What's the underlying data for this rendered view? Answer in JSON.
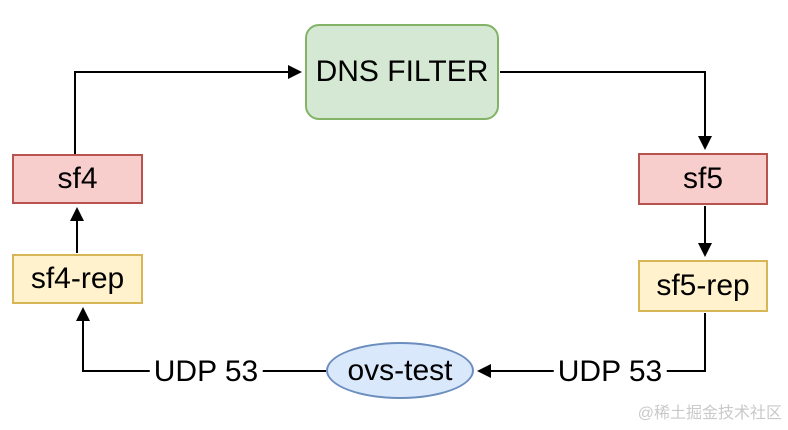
{
  "diagram": {
    "nodes": {
      "dns_filter": {
        "label": "DNS FILTER",
        "shape": "rounded-rectangle",
        "fill": "#d5e8d4",
        "stroke": "#82b366"
      },
      "sf4": {
        "label": "sf4",
        "shape": "rectangle",
        "fill": "#f8cecc",
        "stroke": "#b85450"
      },
      "sf5": {
        "label": "sf5",
        "shape": "rectangle",
        "fill": "#f8cecc",
        "stroke": "#b85450"
      },
      "sf4_rep": {
        "label": "sf4-rep",
        "shape": "rectangle",
        "fill": "#fff2cc",
        "stroke": "#d6b656"
      },
      "sf5_rep": {
        "label": "sf5-rep",
        "shape": "rectangle",
        "fill": "#fff2cc",
        "stroke": "#d6b656"
      },
      "ovs_test": {
        "label": "ovs-test",
        "shape": "ellipse",
        "fill": "#dae8fc",
        "stroke": "#6c8ebf"
      }
    },
    "edges": [
      {
        "from": "sf4",
        "to": "dns_filter",
        "label": ""
      },
      {
        "from": "dns_filter",
        "to": "sf5",
        "label": ""
      },
      {
        "from": "sf5",
        "to": "sf5_rep",
        "label": ""
      },
      {
        "from": "sf5_rep",
        "to": "ovs_test",
        "label": "UDP 53"
      },
      {
        "from": "ovs_test",
        "to": "sf4_rep",
        "label": "UDP 53"
      },
      {
        "from": "sf4_rep",
        "to": "sf4",
        "label": ""
      }
    ],
    "edge_labels": {
      "udp_left": "UDP 53",
      "udp_right": "UDP 53"
    }
  },
  "watermark": "@稀土掘金技术社区",
  "colors": {
    "green_fill": "#d5e8d4",
    "green_stroke": "#82b366",
    "red_fill": "#f8cecc",
    "red_stroke": "#b85450",
    "yellow_fill": "#fff2cc",
    "yellow_stroke": "#d6b656",
    "blue_fill": "#dae8fc",
    "blue_stroke": "#6c8ebf",
    "line_color": "#000000",
    "watermark_color": "#c9c9c9"
  }
}
